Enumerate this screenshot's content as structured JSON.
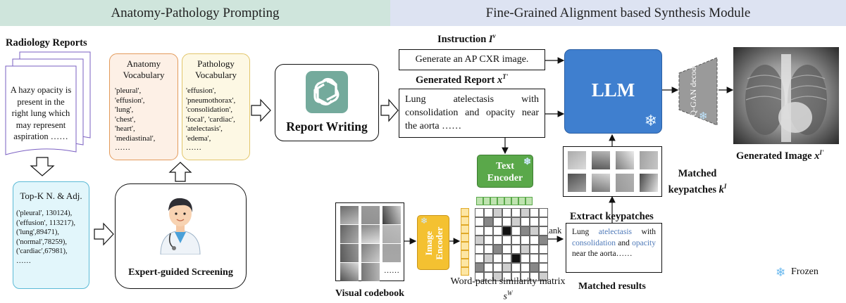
{
  "banners": {
    "left": "Anatomy-Pathology Prompting",
    "right": "Fine-Grained Alignment based Synthesis Module"
  },
  "radiology": {
    "title": "Radiology Reports",
    "text": "A hazy opacity is present in the right lung which may represent aspiration ……"
  },
  "topk": {
    "title": "Top-K N. & Adj.",
    "lines": [
      "('pleural', 130124),",
      "('effusion', 113217),",
      "('lung',89471),",
      "('normal',78259),",
      "('cardiac',67981),",
      "……"
    ]
  },
  "anatomy": {
    "title": [
      "Anatomy",
      "Vocabulary"
    ],
    "items": [
      "'pleural',",
      "'effusion',",
      "'lung',",
      "'chest',",
      "'heart',",
      "'mediastinal',",
      "……"
    ]
  },
  "pathology": {
    "title": [
      "Pathology",
      "Vocabulary"
    ],
    "items": [
      "'effusion',",
      "'pneumothorax',",
      "'consolidation',",
      "'focal', 'cardiac',",
      "'atelectasis',",
      "'edema',",
      "……"
    ]
  },
  "screening": {
    "label": "Expert-guided Screening"
  },
  "report_writing": {
    "label": "Report Writing"
  },
  "instruction": {
    "title": "Instruction",
    "symbol": "I",
    "sup": "v",
    "text": "Generate an AP CXR image."
  },
  "generated_report": {
    "title": "Generated Report",
    "symbol": "x",
    "sup": "T'",
    "text": "Lung atelectasis with consolidation and opacity near the aorta ……"
  },
  "llm": {
    "label": "LLM"
  },
  "vqgan": {
    "label": "VQ-GAN decoder"
  },
  "generated_image": {
    "title": "Generated Image",
    "symbol": "x",
    "sup": "I'"
  },
  "text_encoder": {
    "label": "Text Encoder"
  },
  "image_encoder": {
    "label": "Image Encoder"
  },
  "matched_keypatches": {
    "title": [
      "Matched",
      "keypatches"
    ],
    "symbol": "k",
    "sup": "I"
  },
  "extract": {
    "label": "Extract keypatches"
  },
  "rank": {
    "label": "Rank"
  },
  "matched_results": {
    "title": "Matched results",
    "segments": [
      {
        "text": "Lung ",
        "hl": false
      },
      {
        "text": "atelectasis",
        "hl": true
      },
      {
        "text": " with ",
        "hl": false
      },
      {
        "text": "consolidation",
        "hl": true
      },
      {
        "text": " and ",
        "hl": false
      },
      {
        "text": "opacity",
        "hl": true
      },
      {
        "text": " near the aorta……",
        "hl": false
      }
    ]
  },
  "visual_codebook": {
    "label": "Visual codebook",
    "ellipsis": "……"
  },
  "similarity": {
    "label": "Word-patch similarity matrix",
    "symbol": "s",
    "sup": "W"
  },
  "legend": {
    "frozen": "Frozen"
  },
  "colors": {
    "left_banner": "#cfe5dc",
    "right_banner": "#dde3f2",
    "llm": "#3f7fcf",
    "green": "#5aa84a",
    "yellow": "#f4c131",
    "highlight": "#4e79b8"
  },
  "matrix_cells": [
    0,
    0,
    1,
    0,
    0,
    1,
    0,
    0,
    0,
    2,
    0,
    0,
    1,
    0,
    0,
    0,
    0,
    0,
    0,
    3,
    0,
    2,
    1,
    0,
    1,
    0,
    0,
    0,
    0,
    0,
    0,
    2,
    0,
    0,
    2,
    0,
    0,
    1,
    0,
    0,
    0,
    1,
    0,
    0,
    3,
    0,
    0,
    0,
    2,
    0,
    0,
    1,
    0,
    0,
    2,
    0,
    0,
    0,
    1,
    0,
    0,
    0,
    0,
    1
  ]
}
